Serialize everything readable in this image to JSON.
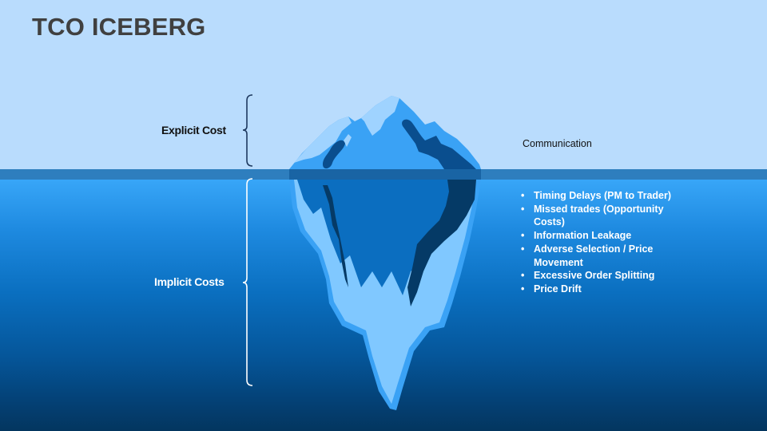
{
  "slide": {
    "title": "TCO ICEBERG",
    "colors": {
      "sky": "#B9DCFD",
      "waterline": "#2E7EBE",
      "water_top": "#38A6F8",
      "water_bottom": "#03365F",
      "title_text": "#404040",
      "iceberg_light": "#80C8FF",
      "iceberg_mid": "#3AA2F5",
      "iceberg_dark": "#0B6EC0",
      "iceberg_shadow": "#0A4E8E",
      "iceberg_deep_shadow": "#053A66"
    }
  },
  "explicit": {
    "label": "Explicit Cost",
    "items": [
      "Communication"
    ]
  },
  "implicit": {
    "label": "Implicit Costs",
    "bullet": "•",
    "items": [
      "Timing Delays (PM to Trader)",
      "Missed trades (Opportunity Costs)",
      "Information Leakage",
      "Adverse Selection / Price Movement",
      "Excessive Order Splitting",
      "Price Drift"
    ]
  }
}
